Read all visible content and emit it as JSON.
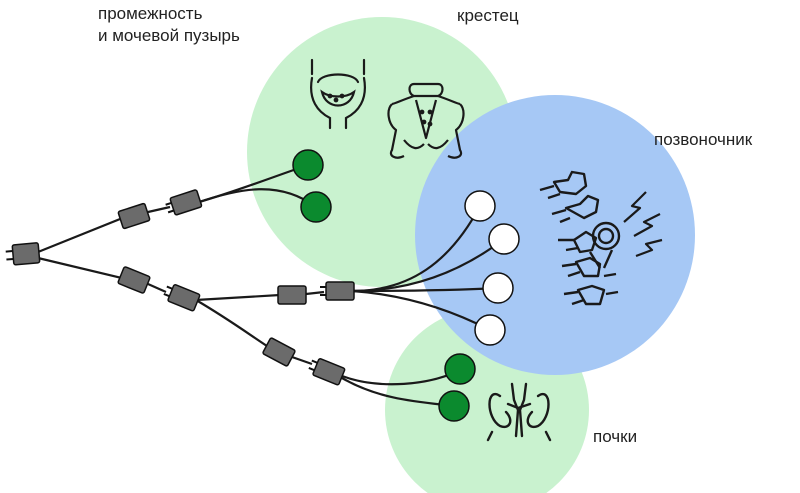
{
  "labels": {
    "perineum_line1": "промежность",
    "perineum_line2": "и мочевой пузырь",
    "sacrum": "крестец",
    "spine": "позвоночник",
    "kidneys": "почки"
  },
  "colors": {
    "green_zone": "#c9f2cf",
    "blue_zone": "#a6c8f5",
    "green_electrode": "#0b8a2e",
    "white_electrode": "#ffffff",
    "connector": "#6b6b6b",
    "wire": "#1a1a1a",
    "icon": "#1a1a1a"
  },
  "icons": [
    "bladder-icon",
    "pelvis-icon",
    "spine-icon",
    "lightning-icon",
    "kidneys-icon",
    "plug-icon"
  ]
}
